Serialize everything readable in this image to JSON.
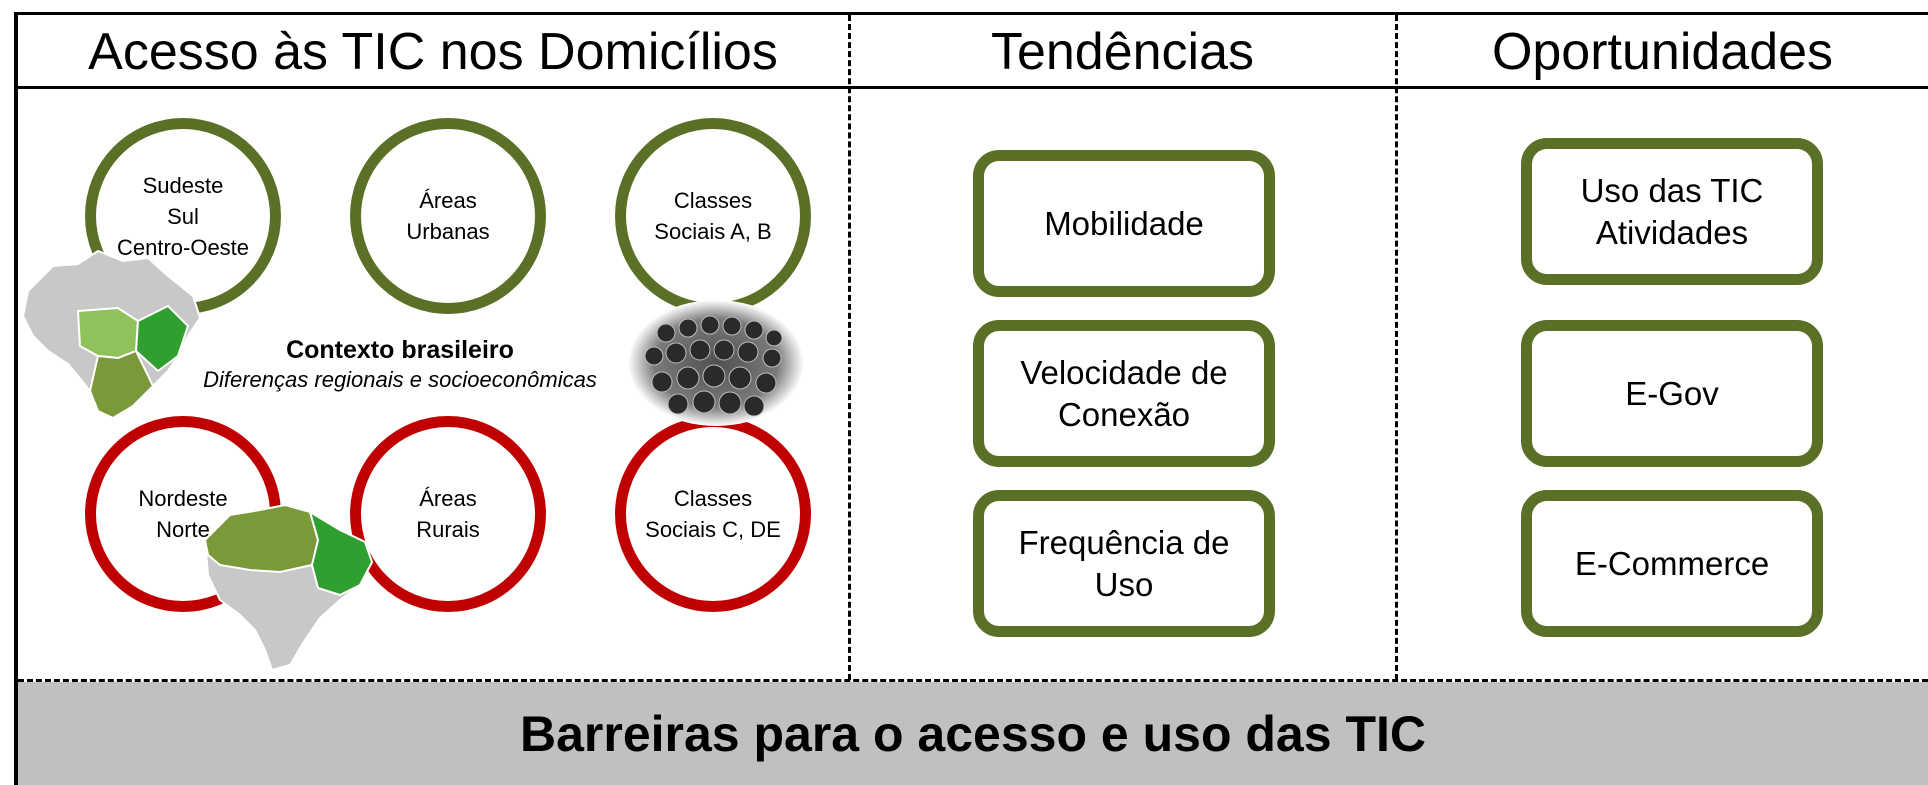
{
  "headers": {
    "access": "Acesso às TIC nos Domicílios",
    "trends": "Tendências",
    "opportunities": "Oportunidades"
  },
  "circles": {
    "southeast": "Sudeste\nSul\nCentro-Oeste",
    "urban": "Áreas\nUrbanas",
    "classes_ab": "Classes\nSociais A, B",
    "northeast": "Nordeste\nNorte",
    "rural": "Áreas\nRurais",
    "classes_cde": "Classes\nSociais C, DE"
  },
  "context": {
    "title": "Contexto brasileiro",
    "subtitle": "Diferenças regionais e socioeconômicas"
  },
  "trends": {
    "mobility": "Mobilidade",
    "speed": "Velocidade de\nConexão",
    "frequency": "Frequência de\nUso"
  },
  "opportunities": {
    "use": "Uso das TIC\nAtividades",
    "egov": "E-Gov",
    "ecommerce": "E-Commerce"
  },
  "barrier": "Barreiras para o acesso e uso das TIC",
  "colors": {
    "green_border": "#5a7027",
    "red_border": "#c00000",
    "highlight_green": "#2fa02f",
    "light_green": "#8fc25a",
    "barrier_bg": "#c0c0c0"
  }
}
